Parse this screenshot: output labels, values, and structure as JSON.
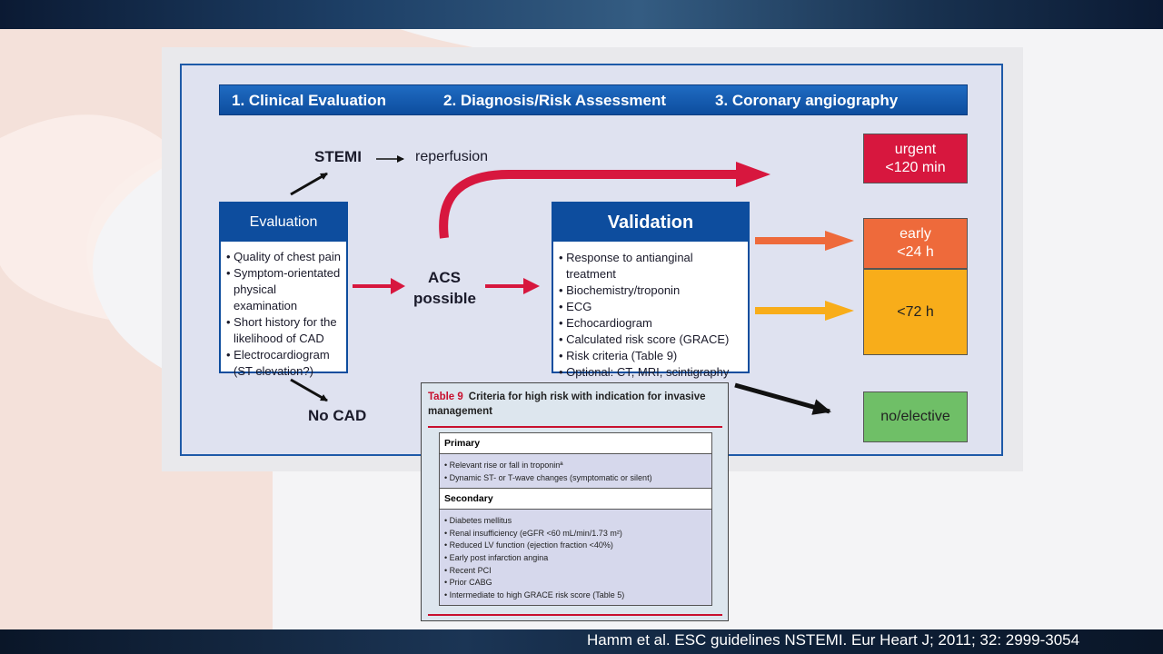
{
  "header": {
    "step1": "1. Clinical Evaluation",
    "step2": "2. Diagnosis/Risk Assessment",
    "step3": "3. Coronary angiography"
  },
  "stemi": {
    "label": "STEMI",
    "arrow_glyph": "⟶",
    "reperfusion": "reperfusion"
  },
  "evaluation": {
    "title": "Evaluation",
    "items": [
      "Quality of chest pain",
      "Symptom-orientated physical examination",
      "Short history for the likelihood of CAD",
      "Electrocardiogram (ST elevation?)"
    ]
  },
  "acs": {
    "line1": "ACS",
    "line2": "possible"
  },
  "no_cad": "No CAD",
  "validation": {
    "title": "Validation",
    "items": [
      "Response to antianginal treatment",
      "Biochemistry/troponin",
      "ECG",
      "Echocardiogram",
      "Calculated risk score (GRACE)",
      "Risk criteria (Table 9)",
      "Optional: CT, MRI, scintigraphy"
    ]
  },
  "outcomes": {
    "urgent_line1": "urgent",
    "urgent_line2": "<120 min",
    "early_line1": "early",
    "early_line2": "<24 h",
    "h72": "<72 h",
    "elective": "no/elective"
  },
  "table9": {
    "number": "Table 9",
    "title": "Criteria for high risk with indication for invasive management",
    "primary_heading": "Primary",
    "primary_items": [
      "Relevant rise or fall in troponinª",
      "Dynamic ST- or T-wave changes (symptomatic or silent)"
    ],
    "secondary_heading": "Secondary",
    "secondary_items": [
      "Diabetes mellitus",
      "Renal insufficiency (eGFR <60 mL/min/1.73 m²)",
      "Reduced LV function (ejection fraction <40%)",
      "Early post infarction angina",
      "Recent PCI",
      "Prior CABG",
      "Intermediate to high GRACE risk score (Table 5)"
    ]
  },
  "citation": "Hamm et al. ESC guidelines NSTEMI. Eur Heart J; 2011; 32: 2999-3054",
  "colors": {
    "primary_blue": "#0d4d9e",
    "red": "#d7173e",
    "orange": "#ee6a3b",
    "amber": "#f8ad1a",
    "green": "#6fbf67"
  }
}
